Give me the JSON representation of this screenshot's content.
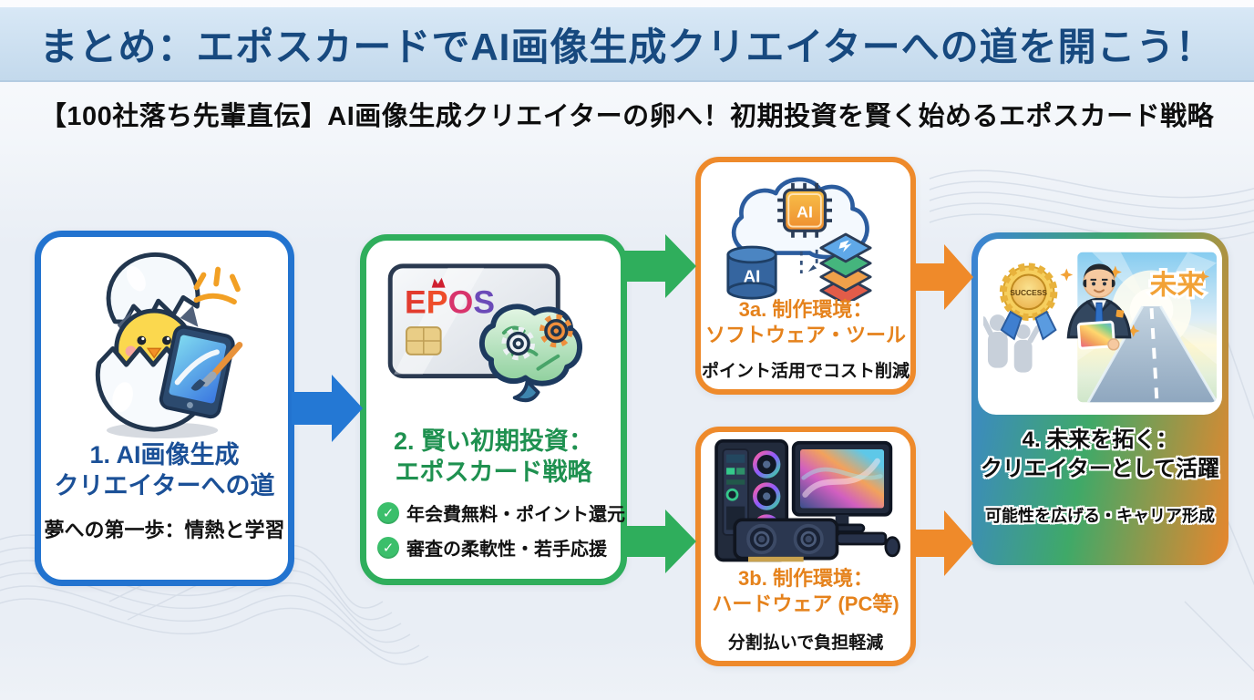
{
  "header": {
    "title": "まとめ：エポスカードでAI画像生成クリエイターへの道を開こう！",
    "subtitle": "【100社落ち先輩直伝】AI画像生成クリエイターの卵へ！初期投資を賢く始めるエポスカード戦略"
  },
  "steps": {
    "step1": {
      "title_line1": "1. AI画像生成",
      "title_line2": "クリエイターへの道",
      "caption": "夢への第一歩：情熱と学習",
      "accent_color": "#2273cf",
      "illustration": "chick-hatching-from-egg-with-drawing-tablet"
    },
    "step2": {
      "title_line1": "2. 賢い初期投資：",
      "title_line2": "エポスカード戦略",
      "checks": [
        "年会費無料・ポイント還元",
        "審査の柔軟性・若手応援"
      ],
      "check_glyph": "✓",
      "card_brand_letters": [
        "E",
        "P",
        "O",
        "S"
      ],
      "accent_color": "#2fae5c",
      "illustration": "epos-card-with-brain-and-gears"
    },
    "step3a": {
      "title_line1": "3a. 制作環境：",
      "title_line2": "ソフトウェア・ツール",
      "caption": "ポイント活用でコスト削減",
      "chip_label": "AI",
      "database_label": "AI",
      "accent_color": "#ee8a2b",
      "illustration": "ai-cloud-software-tool-stack"
    },
    "step3b": {
      "title_line1": "3b. 制作環境：",
      "title_line2": "ハードウェア (PC等)",
      "caption": "分割払いで負担軽減",
      "accent_color": "#ee8a2b",
      "illustration": "creator-pc-tower-monitor-gpu"
    },
    "step4": {
      "title_line1": "4. 未来を拓く：",
      "title_line2": "クリエイターとして活躍",
      "caption": "可能性を広げる・キャリア形成",
      "badge_label": "SUCCESS",
      "future_label": "未来",
      "gradient_colors": [
        "#3b82d8",
        "#3fa968",
        "#e8862d"
      ],
      "illustration": "businessman-success-badge-road-to-future"
    }
  },
  "arrows": {
    "step1_to_step2_color": "#2478d4",
    "step2_to_step3_color": "#2fae5c",
    "step3_to_step4_color": "#ef8a2a"
  },
  "colors": {
    "banner_bg": "#cde0f1",
    "banner_text": "#17497f",
    "page_bg": "#e9eef5",
    "check_green": "#3bbf6b"
  }
}
